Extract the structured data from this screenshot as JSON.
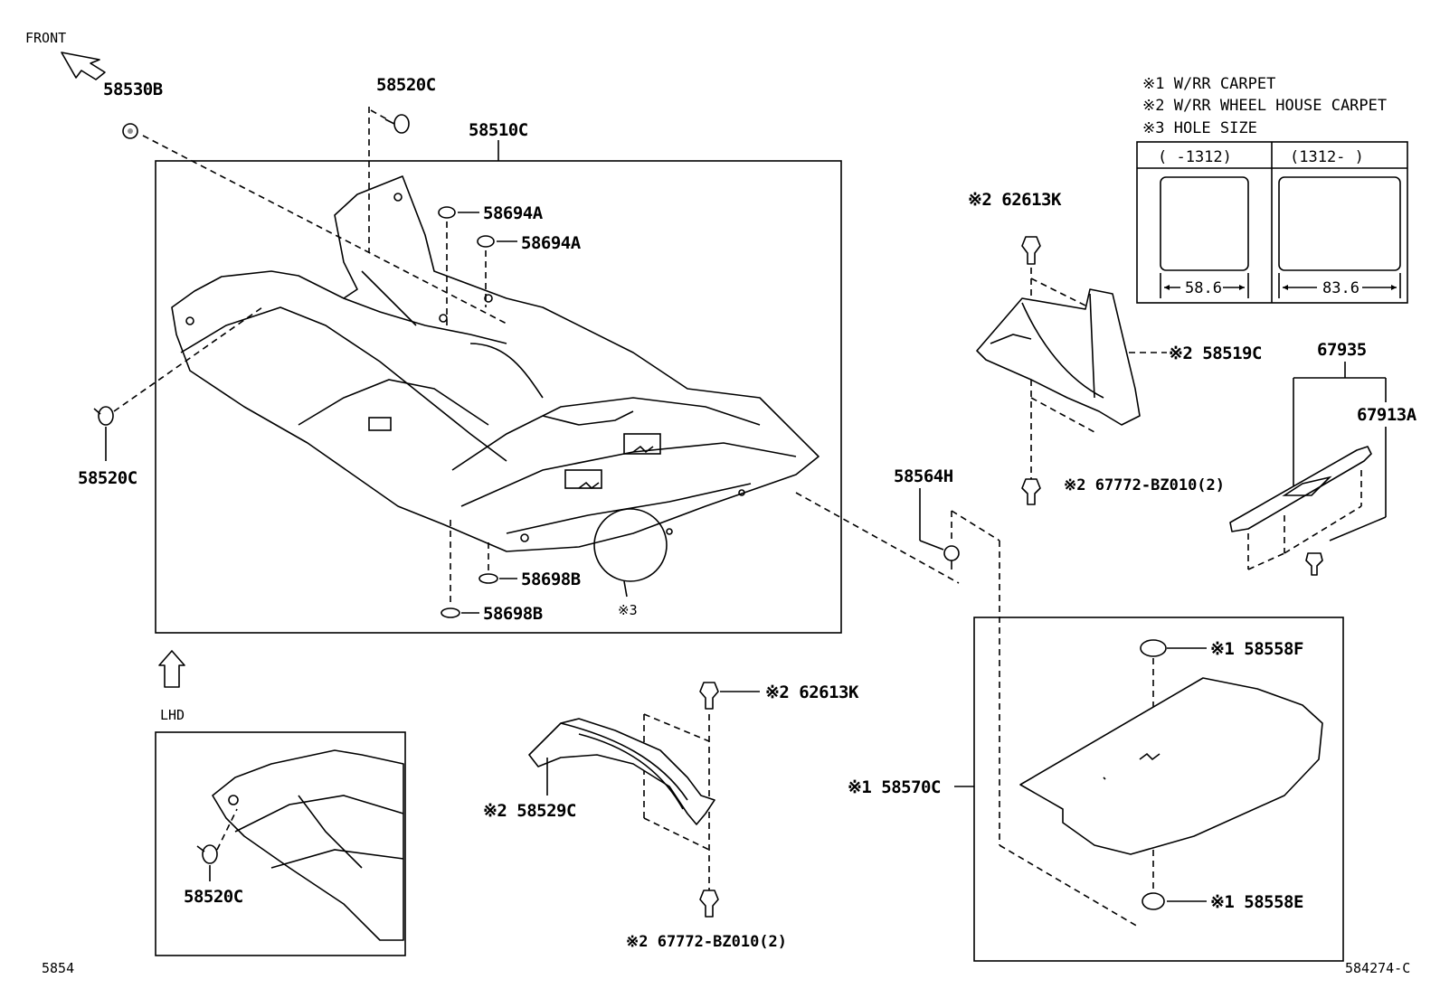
{
  "orientation": {
    "front_label": "FRONT",
    "lhd_label": "LHD"
  },
  "legend": {
    "note1": "※1 W/RR CARPET",
    "note2": "※2 W/RR WHEEL HOUSE CARPET",
    "note3": "※3 HOLE SIZE",
    "col1_header": "(    -1312)",
    "col2_header": "(1312-     )",
    "col1_dim": "58.6",
    "col2_dim": "83.6"
  },
  "parts": {
    "p58530B": "58530B",
    "p58520C_top": "58520C",
    "p58510C": "58510C",
    "p58694A_1": "58694A",
    "p58694A_2": "58694A",
    "p58520C_left": "58520C",
    "p58698B_1": "58698B",
    "p58698B_2": "58698B",
    "hole_ref": "※3",
    "p58520C_lhd": "58520C",
    "p62613K_right": "※2 62613K",
    "p58519C": "※2 58519C",
    "p67772_right": "※2 67772-BZ010(2)",
    "p58564H": "58564H",
    "p67935": "67935",
    "p67913A": "67913A",
    "p62613K_mid": "※2 62613K",
    "p58529C": "※2 58529C",
    "p67772_mid": "※2 67772-BZ010(2)",
    "p58558F": "※1 58558F",
    "p58570C": "※1 58570C",
    "p58558E": "※1 58558E"
  },
  "footer": {
    "left_code": "5854",
    "right_code": "584274-C"
  }
}
